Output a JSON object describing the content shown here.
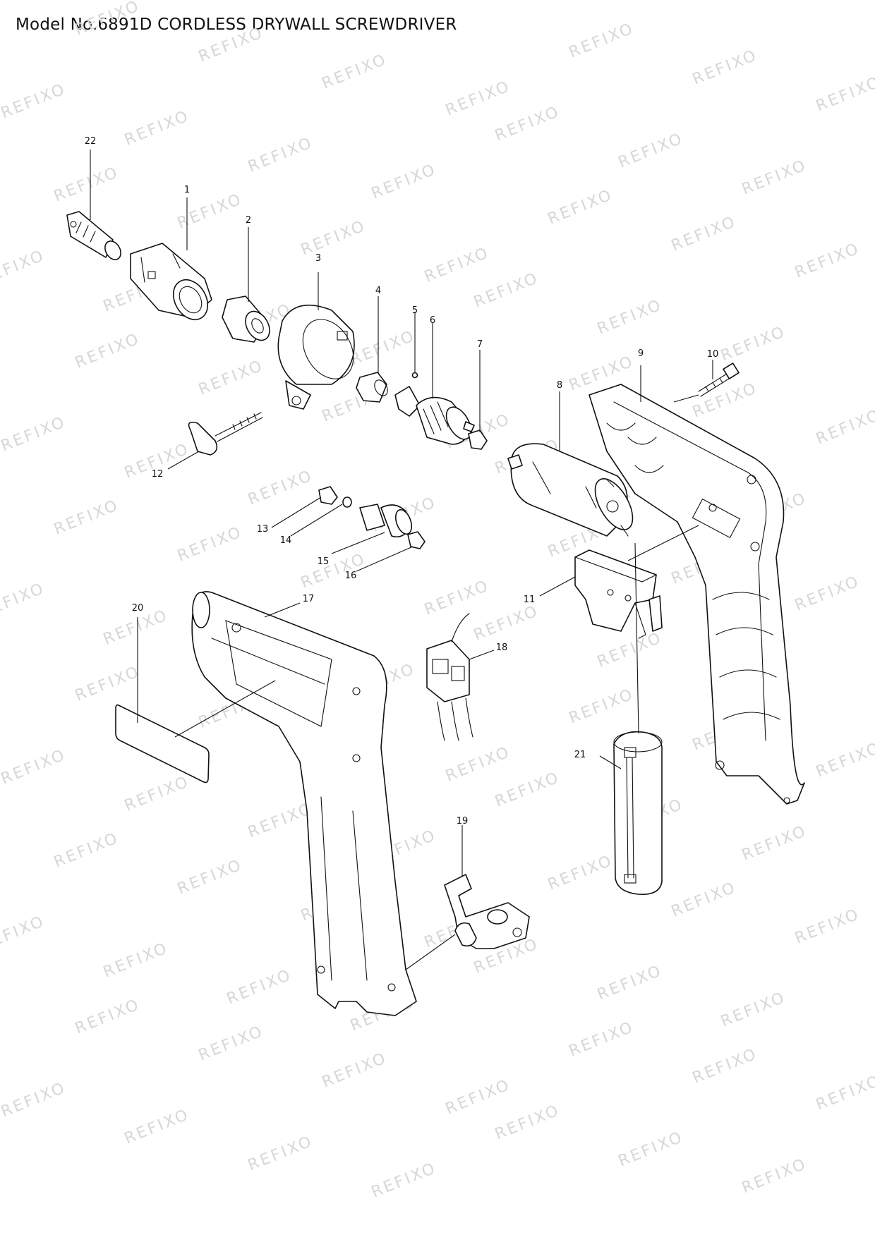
{
  "title": "Model No.6891D CORDLESS DRYWALL SCREWDRIVER",
  "watermark_text": "REFIXO",
  "callouts": [
    "1",
    "2",
    "3",
    "4",
    "5",
    "6",
    "7",
    "8",
    "9",
    "10",
    "11",
    "12",
    "13",
    "14",
    "15",
    "16",
    "17",
    "18",
    "19",
    "20",
    "21",
    "22"
  ]
}
